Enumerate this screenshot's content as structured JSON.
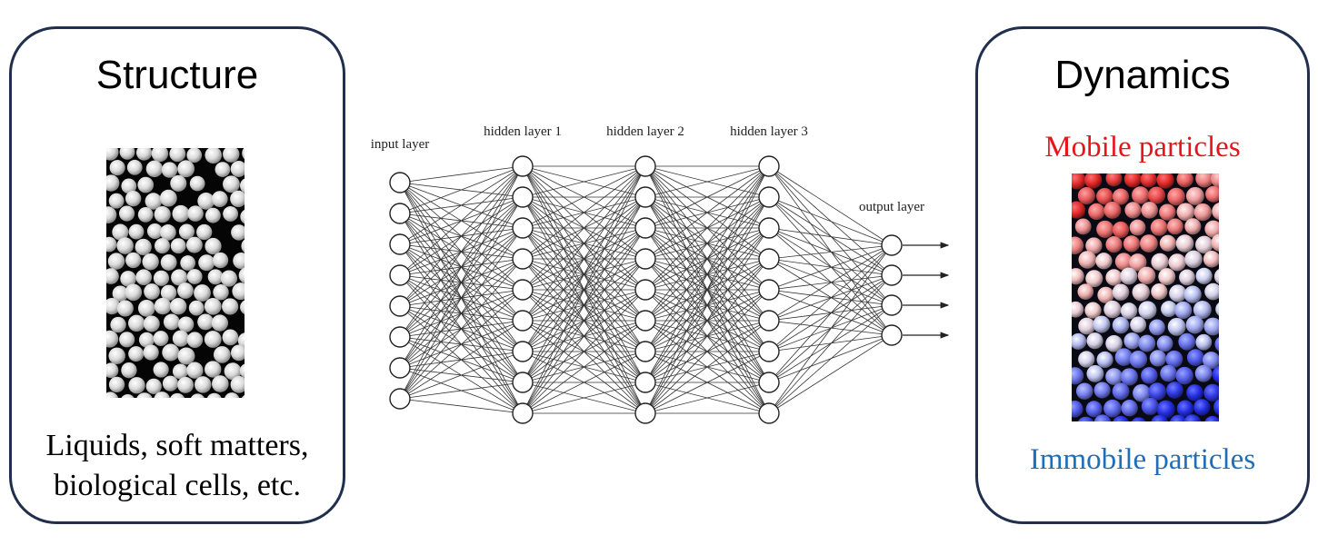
{
  "structure_panel": {
    "title": "Structure",
    "caption_line1": "Liquids, soft matters,",
    "caption_line2": "biological cells, etc."
  },
  "network": {
    "layers": [
      {
        "label": "input layer",
        "nodes": 8
      },
      {
        "label": "hidden layer 1",
        "nodes": 9
      },
      {
        "label": "hidden layer 2",
        "nodes": 9
      },
      {
        "label": "hidden layer 3",
        "nodes": 9
      },
      {
        "label": "output layer",
        "nodes": 4
      }
    ]
  },
  "dynamics_panel": {
    "title": "Dynamics",
    "mobile_label": "Mobile particles",
    "immobile_label": "Immobile particles"
  },
  "colors": {
    "panel_border": "#1f2f4d",
    "mobile": "#e8141c",
    "immobile": "#1f6fb8"
  }
}
